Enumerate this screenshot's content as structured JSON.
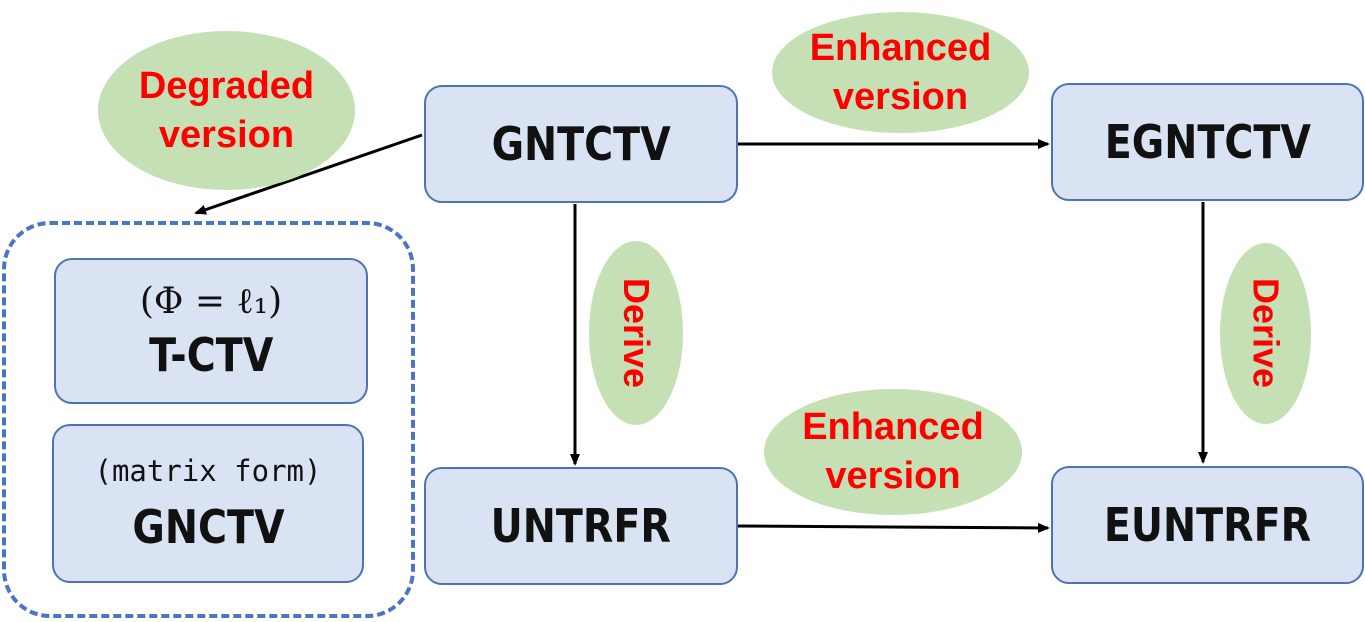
{
  "nodes": {
    "gntctv": {
      "label": "GNTCTV"
    },
    "egntctv": {
      "label": "EGNTCTV"
    },
    "untrfr": {
      "label": "UNTRFR"
    },
    "euntrfr": {
      "label": "EUNTRFR"
    },
    "tctv": {
      "label": "T-CTV",
      "annotation": "(Φ = ℓ₁)"
    },
    "gnctv": {
      "label": "GNCTV",
      "annotation": "(matrix form)"
    }
  },
  "relations": {
    "degraded": {
      "line1": "Degraded",
      "line2": "version"
    },
    "enhanced_top": {
      "line1": "Enhanced",
      "line2": "version"
    },
    "enhanced_bottom": {
      "line1": "Enhanced",
      "line2": "version"
    },
    "derive_left": {
      "label": "Derive"
    },
    "derive_right": {
      "label": "Derive"
    }
  },
  "colors": {
    "box_fill": "#dae3f3",
    "box_border": "#4f72b5",
    "ellipse_fill": "#c5e0b4",
    "relation_text": "#ff0000",
    "group_border": "#4a74c4",
    "arrow": "#000000"
  }
}
